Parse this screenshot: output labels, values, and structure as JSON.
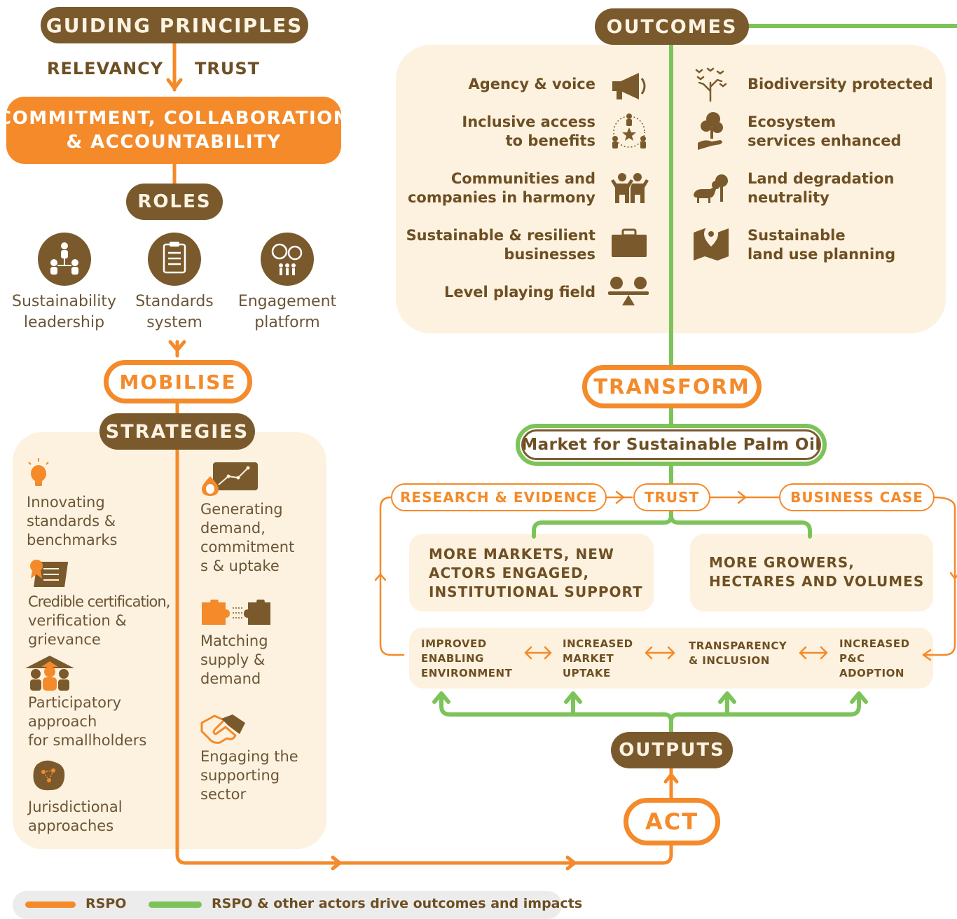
{
  "header": {
    "guiding_principles": "GUIDING PRINCIPLES",
    "relevancy": "RELEVANCY",
    "trust": "TRUST",
    "commitment_line1": "COMMITMENT, COLLABORATION",
    "commitment_line2": "& ACCOUNTABILITY",
    "roles": "ROLES"
  },
  "roles": [
    {
      "line1": "Sustainability",
      "line2": "leadership",
      "icon": "people-network-icon"
    },
    {
      "line1": "Standards",
      "line2": "system",
      "icon": "clipboard-checklist-icon"
    },
    {
      "line1": "Engagement",
      "line2": "platform",
      "icon": "speech-people-icon"
    }
  ],
  "mobilise": "MOBILISE",
  "strategies_title": "STRATEGIES",
  "strategies_left": [
    {
      "lines": [
        "Innovating",
        "standards &",
        "benchmarks"
      ],
      "icon": "lightbulb-icon"
    },
    {
      "lines": [
        "Credible certification,",
        "verification &",
        "grievance"
      ],
      "icon": "certificate-icon"
    },
    {
      "lines": [
        "Participatory",
        "approach",
        "for smallholders"
      ],
      "icon": "smallholder-people-icon"
    },
    {
      "lines": [
        "Jurisdictional",
        "approaches"
      ],
      "icon": "jurisdiction-map-icon"
    }
  ],
  "strategies_right": [
    {
      "lines": [
        "Generating",
        "demand,",
        "commitment",
        "s & uptake"
      ],
      "icon": "demand-chart-icon"
    },
    {
      "lines": [
        "Matching",
        "supply &",
        "demand"
      ],
      "icon": "puzzle-icon"
    },
    {
      "lines": [
        "Engaging the",
        "supporting",
        "sector"
      ],
      "icon": "handshake-icon"
    }
  ],
  "outcomes_title": "OUTCOMES",
  "outcomes_left": [
    {
      "lines": [
        "Agency & voice"
      ],
      "icon": "megaphone-icon"
    },
    {
      "lines": [
        "Inclusive access",
        "to benefits"
      ],
      "icon": "inclusive-people-icon"
    },
    {
      "lines": [
        "Communities and",
        "companies in harmony"
      ],
      "icon": "harmony-people-icon"
    },
    {
      "lines": [
        "Sustainable & resilient",
        "businesses"
      ],
      "icon": "briefcase-icon"
    },
    {
      "lines": [
        "Level playing field"
      ],
      "icon": "balance-icon"
    }
  ],
  "outcomes_right": [
    {
      "lines": [
        "Biodiversity protected"
      ],
      "icon": "birds-tree-icon"
    },
    {
      "lines": [
        "Ecosystem",
        "services enhanced"
      ],
      "icon": "tree-hand-icon"
    },
    {
      "lines": [
        "Land degradation",
        "neutrality"
      ],
      "icon": "animal-tree-icon"
    },
    {
      "lines": [
        "Sustainable",
        "land use planning"
      ],
      "icon": "map-pin-icon"
    }
  ],
  "transform": "TRANSFORM",
  "market": "Market for Sustainable Palm Oil",
  "cycle": {
    "research": "RESEARCH & EVIDENCE",
    "trust": "TRUST",
    "business_case": "BUSINESS CASE"
  },
  "effects": {
    "left": [
      "MORE MARKETS, NEW",
      "ACTORS ENGAGED,",
      "INSTITUTIONAL SUPPORT"
    ],
    "right": [
      "MORE GROWERS,",
      "HECTARES AND VOLUMES"
    ]
  },
  "outputs_row": [
    [
      "IMPROVED",
      "ENABLING",
      "ENVIRONMENT"
    ],
    [
      "INCREASED",
      "MARKET",
      "UPTAKE"
    ],
    [
      "TRANSPARENCY",
      "& INCLUSION"
    ],
    [
      "INCREASED",
      "P&C",
      "ADOPTION"
    ]
  ],
  "outputs_title": "OUTPUTS",
  "act": "ACT",
  "legend": {
    "orange_label": "RSPO",
    "green_label": "RSPO & other actors drive outcomes and impacts"
  },
  "colors": {
    "orange": "#f48a2a",
    "green": "#7cc35a",
    "brown": "#7a5a2c",
    "cream": "#fdf2df"
  }
}
